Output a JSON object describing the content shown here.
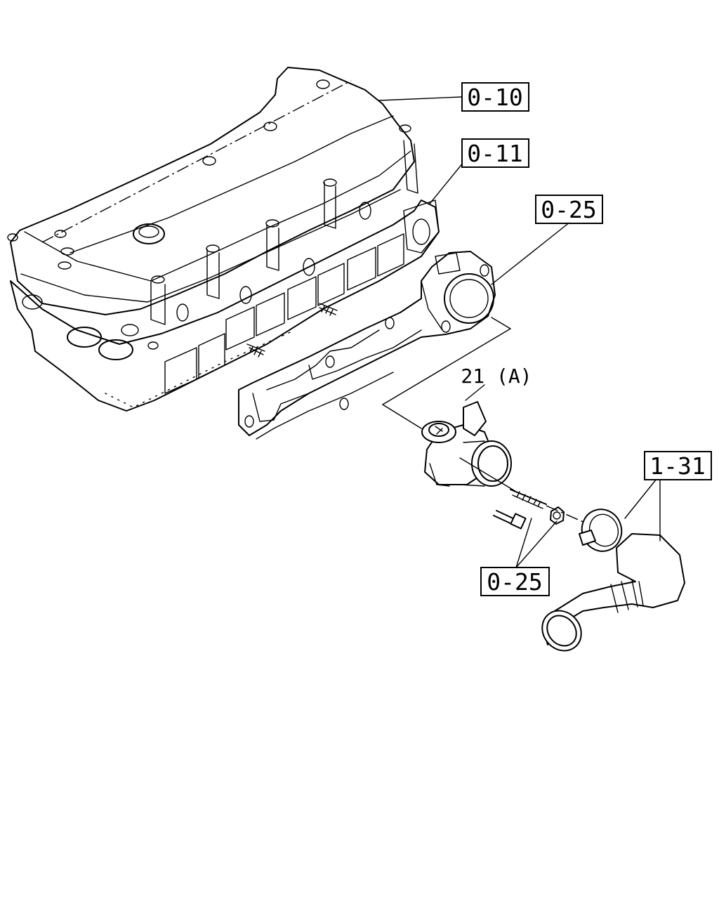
{
  "callouts": {
    "cylinder_head_cover": "0-10",
    "cylinder_head": "0-11",
    "intake_manifold": "0-25",
    "throttle_valve": "21 (A)",
    "air_duct": "1-31",
    "fasteners": "0-25"
  }
}
